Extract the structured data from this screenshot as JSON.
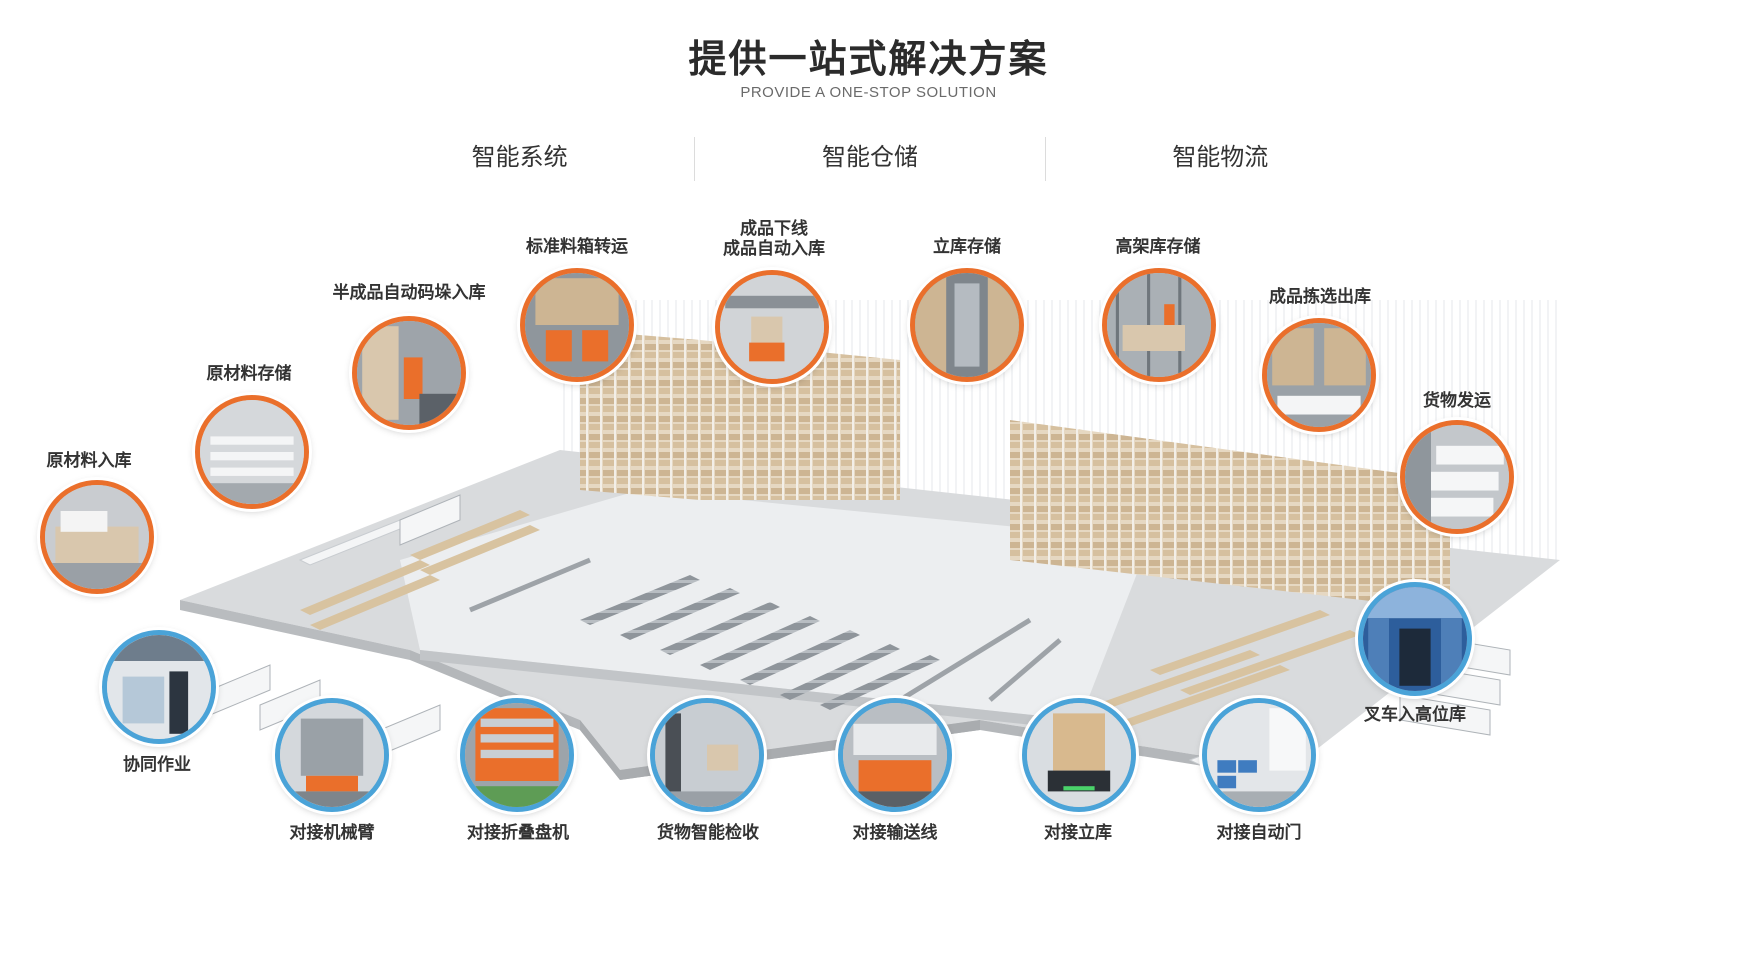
{
  "header": {
    "title": "提供一站式解决方案",
    "subtitle": "PROVIDE A ONE-STOP SOLUTION"
  },
  "tabs": [
    {
      "label": "智能系统"
    },
    {
      "label": "智能仓储"
    },
    {
      "label": "智能物流"
    }
  ],
  "colors": {
    "accent_orange": "#ea6f2b",
    "accent_blue": "#4aa3d8",
    "floor": "#d6d8da",
    "rack": "#d9c7ad"
  },
  "callouts": {
    "raw_inbound": {
      "label": "原材料入库"
    },
    "raw_storage": {
      "label": "原材料存储"
    },
    "semi_stacking": {
      "label": "半成品自动码垛入库"
    },
    "bin_transfer": {
      "label": "标准料箱转运"
    },
    "offline_line1": {
      "label": "成品下线"
    },
    "offline_line2": {
      "label": "成品自动入库"
    },
    "stereo_storage": {
      "label": "立库存储"
    },
    "highbay_storage": {
      "label": "高架库存储"
    },
    "picking_outbound": {
      "label": "成品拣选出库"
    },
    "shipping": {
      "label": "货物发运"
    },
    "forklift_highbay": {
      "label": "叉车入高位库"
    },
    "collaboration": {
      "label": "协同作业"
    },
    "robot_arm": {
      "label": "对接机械臂"
    },
    "pallet_folder": {
      "label": "对接折叠盘机"
    },
    "inspection": {
      "label": "货物智能检收"
    },
    "conveyor": {
      "label": "对接输送线"
    },
    "stereo_dock": {
      "label": "对接立库"
    },
    "auto_door": {
      "label": "对接自动门"
    }
  }
}
